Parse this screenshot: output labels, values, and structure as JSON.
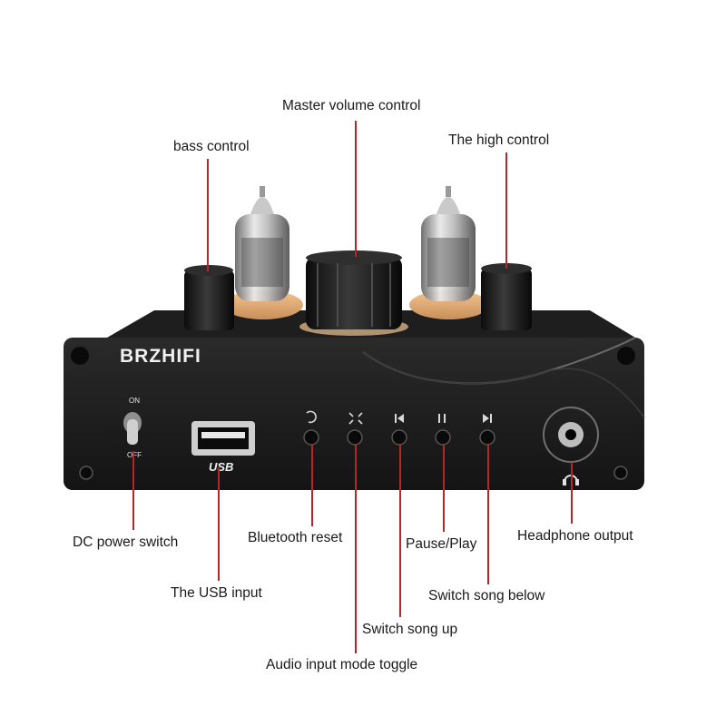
{
  "device": {
    "brand": "BRZHIFI",
    "usb_mark": "USB"
  },
  "switch": {
    "on_text": "ON",
    "off_text": "OFF"
  },
  "labels": {
    "master_volume": "Master volume control",
    "bass": "bass control",
    "high": "The high control",
    "dc_power": "DC power switch",
    "usb_input": "The USB input",
    "bt_reset": "Bluetooth reset",
    "pause_play": "Pause/Play",
    "headphone": "Headphone output",
    "song_below": "Switch song below",
    "song_up": "Switch song up",
    "audio_mode": "Audio input mode toggle"
  }
}
